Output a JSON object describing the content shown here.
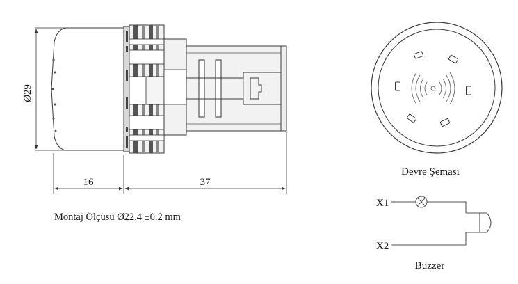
{
  "dimensions": {
    "diameter": "29",
    "front_length": "16",
    "body_length": "37"
  },
  "mounting_note": "Montaj Ölçüsü Ø22.4 ±0.2 mm",
  "schematic": {
    "title": "Devre Şeması",
    "terminal_1": "X1",
    "terminal_2": "X2",
    "caption": "Buzzer"
  }
}
